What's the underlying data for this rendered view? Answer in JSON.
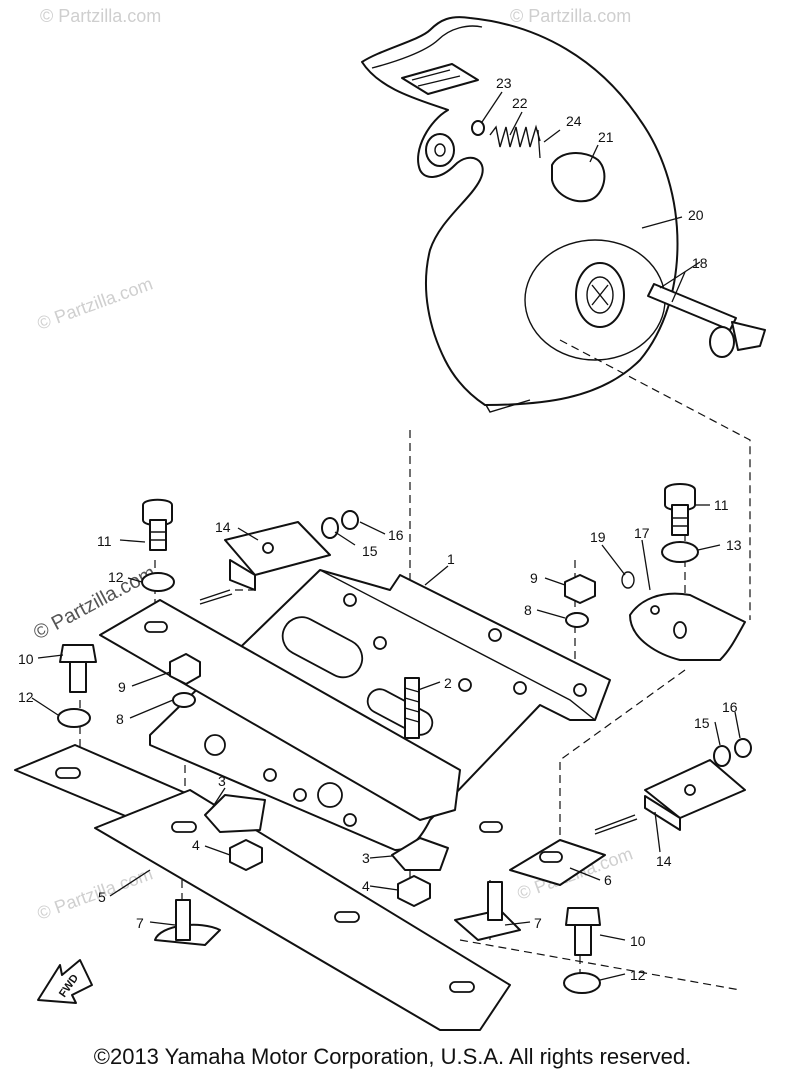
{
  "watermark": {
    "text": "© Partzilla.com",
    "prominent_text": "© Partzilla.com"
  },
  "fwd_label": "FWD",
  "copyright": "©2013 Yamaha Motor Corporation, U.S.A. All rights reserved.",
  "callouts": {
    "c1": "1",
    "c2": "2",
    "c3a": "3",
    "c3b": "3",
    "c4a": "4",
    "c4b": "4",
    "c5": "5",
    "c6": "6",
    "c7a": "7",
    "c7b": "7",
    "c8a": "8",
    "c8b": "8",
    "c9a": "9",
    "c9b": "9",
    "c10a": "10",
    "c10b": "10",
    "c11a": "11",
    "c11b": "11",
    "c12a": "12",
    "c12b": "12",
    "c12c": "12",
    "c13": "13",
    "c14a": "14",
    "c14b": "14",
    "c15a": "15",
    "c15b": "15",
    "c16a": "16",
    "c16b": "16",
    "c17": "17",
    "c18": "18",
    "c19": "19",
    "c20": "20",
    "c21": "21",
    "c22": "22",
    "c23": "23",
    "c24": "24"
  }
}
